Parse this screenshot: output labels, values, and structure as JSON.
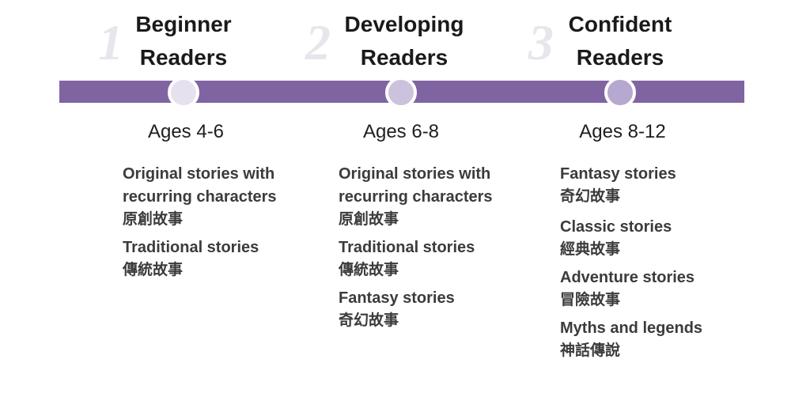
{
  "stages": [
    {
      "number": "1",
      "title_line1": "Beginner",
      "title_line2": "Readers",
      "ages": "Ages 4-6",
      "node_color": "#e6e1ee",
      "stories": [
        {
          "en": "Original stories with recurring characters",
          "zh": "原創故事"
        },
        {
          "en": "Traditional stories",
          "zh": "傳統故事"
        }
      ]
    },
    {
      "number": "2",
      "title_line1": "Developing",
      "title_line2": "Readers",
      "ages": "Ages 6-8",
      "node_color": "#cdc2dd",
      "stories": [
        {
          "en": "Original stories with recurring characters",
          "zh": "原創故事"
        },
        {
          "en": "Traditional stories",
          "zh": "傳統故事"
        },
        {
          "en": "Fantasy stories",
          "zh": "奇幻故事"
        }
      ]
    },
    {
      "number": "3",
      "title_line1": "Confident",
      "title_line2": "Readers",
      "ages": "Ages 8-12",
      "node_color": "#b7a8cf",
      "stories": [
        {
          "en": "Fantasy stories",
          "zh": "奇幻故事"
        },
        {
          "en": "Classic stories",
          "zh": "經典故事"
        },
        {
          "en": "Adventure stories",
          "zh": "冒險故事"
        },
        {
          "en": "Myths and legends",
          "zh": "神話傳說"
        }
      ]
    }
  ],
  "colors": {
    "bar": "#8064a2",
    "number": "#e8e5ed",
    "text": "#3b3b3b"
  }
}
